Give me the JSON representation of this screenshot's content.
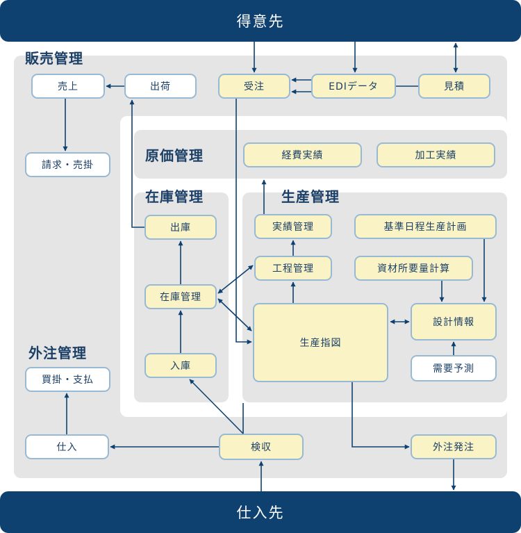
{
  "top_bar": "得意先",
  "bottom_bar": "仕入先",
  "sections": {
    "sales": "販売管理",
    "cost": "原価管理",
    "inventory": "在庫管理",
    "production": "生産管理",
    "outsourcing": "外注管理"
  },
  "nodes": {
    "uriage": "売上",
    "shukka": "出荷",
    "juchu": "受注",
    "edi": "EDIデータ",
    "mitsumori": "見積",
    "seikyu": "請求・売掛",
    "keihi": "経費実績",
    "kako": "加工実績",
    "shukko": "出庫",
    "zaiko": "在庫管理",
    "nyuko": "入庫",
    "jisseki": "実績管理",
    "koutei": "工程管理",
    "shiji": "生産指図",
    "kijun": "基準日程生産計画",
    "shizai": "資材所要量計算",
    "sekkei": "設計情報",
    "juyo": "需要予測",
    "kaikake": "買掛・支払",
    "shiire": "仕入",
    "kenshu": "検収",
    "gaichu": "外注発注"
  },
  "colors": {
    "navy": "#0e4170",
    "panel": "#e5e5e5",
    "box_border": "#98b9d4",
    "box_yellow": "#f9f3c5",
    "box_white": "#ffffff",
    "text": "#1b3f66",
    "arrow": "#0e4170"
  }
}
